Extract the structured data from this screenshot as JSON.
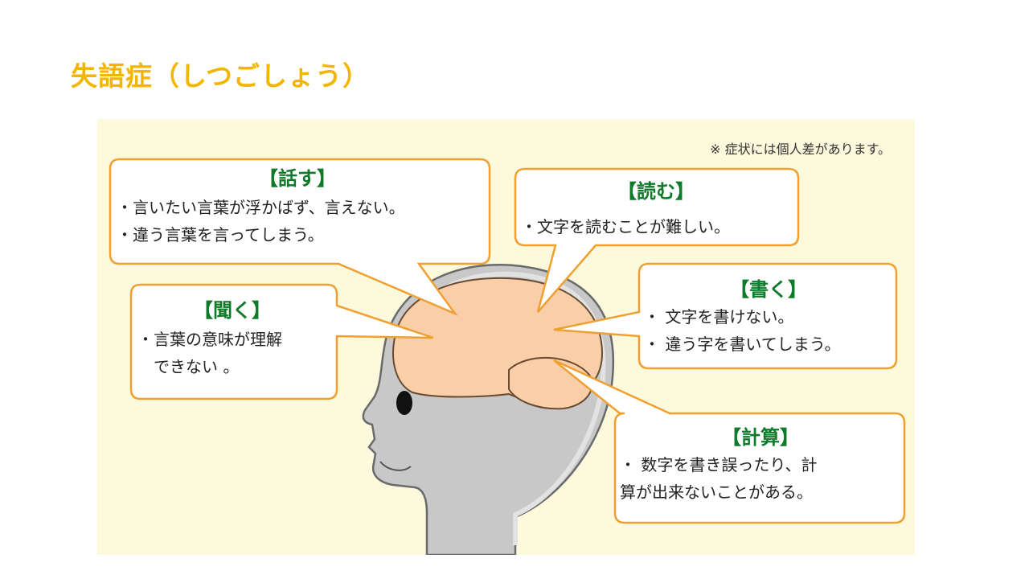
{
  "title": "失語症（しつごしょう）",
  "note": "※ 症状には個人差があります。",
  "bubbles": {
    "hanasu": {
      "title": "【話す】",
      "lines": [
        "・言いたい言葉が浮かばず、言えない。",
        "・違う言葉を言ってしまう。"
      ]
    },
    "yomu": {
      "title": "【読む】",
      "lines": [
        "・文字を読むことが難しい。"
      ]
    },
    "kiku": {
      "title": "【聞く】",
      "lines": [
        "・言葉の意味が理解",
        "　できない 。"
      ]
    },
    "kaku": {
      "title": "【書く】",
      "lines": [
        "・ 文字を書けない。",
        "・ 違う字を書いてしまう。"
      ]
    },
    "keisan": {
      "title": "【計算】",
      "lines": [
        "・ 数字を書き誤ったり、計",
        "算が出来ないことがある。"
      ]
    }
  },
  "colors": {
    "title": "#f2b600",
    "panel_bg": "#fdf9dc",
    "bubble_border": "#f0a030",
    "bubble_title": "#0e7a2a",
    "head": "#c8c8c8",
    "brain": "#f8cfa8"
  }
}
